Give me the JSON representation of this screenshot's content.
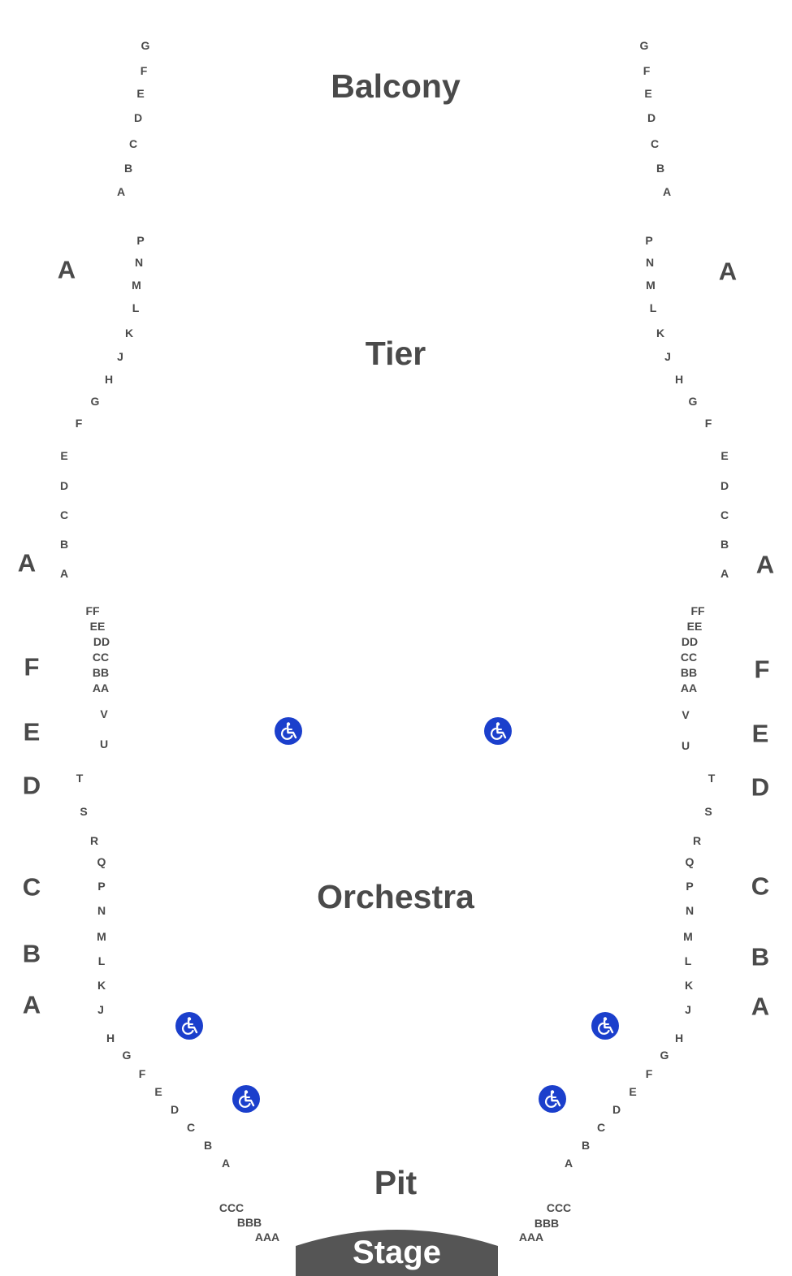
{
  "sections": {
    "balcony": "Balcony",
    "tier": "Tier",
    "orchestra": "Orchestra",
    "pit": "Pit",
    "stage": "Stage"
  },
  "boxes": {
    "left": [
      "A",
      "A",
      "F",
      "E",
      "D",
      "C",
      "B",
      "A"
    ],
    "right": [
      "A",
      "A",
      "F",
      "E",
      "D",
      "C",
      "B",
      "A"
    ]
  },
  "rows": {
    "balcony": [
      "G",
      "F",
      "E",
      "D",
      "C",
      "B",
      "A"
    ],
    "tier": [
      "P",
      "N",
      "M",
      "L",
      "K",
      "J",
      "H",
      "G",
      "F"
    ],
    "tier_box": [
      "E",
      "D",
      "C",
      "B",
      "A"
    ],
    "orchestra_upper": [
      "FF",
      "EE",
      "DD",
      "CC",
      "BB",
      "AA",
      "V",
      "U",
      "T",
      "S"
    ],
    "orchestra": [
      "R",
      "Q",
      "P",
      "N",
      "M",
      "L",
      "K",
      "J",
      "H",
      "G",
      "F",
      "E",
      "D",
      "C",
      "B",
      "A"
    ],
    "pit": [
      "CCC",
      "BBB",
      "AAA"
    ]
  },
  "icons": {
    "accessible_seating": "wheelchair-icon"
  },
  "colors": {
    "text": "#4a4a4a",
    "accessible": "#1b3fcc",
    "stage": "#555555",
    "background": "#ffffff"
  }
}
